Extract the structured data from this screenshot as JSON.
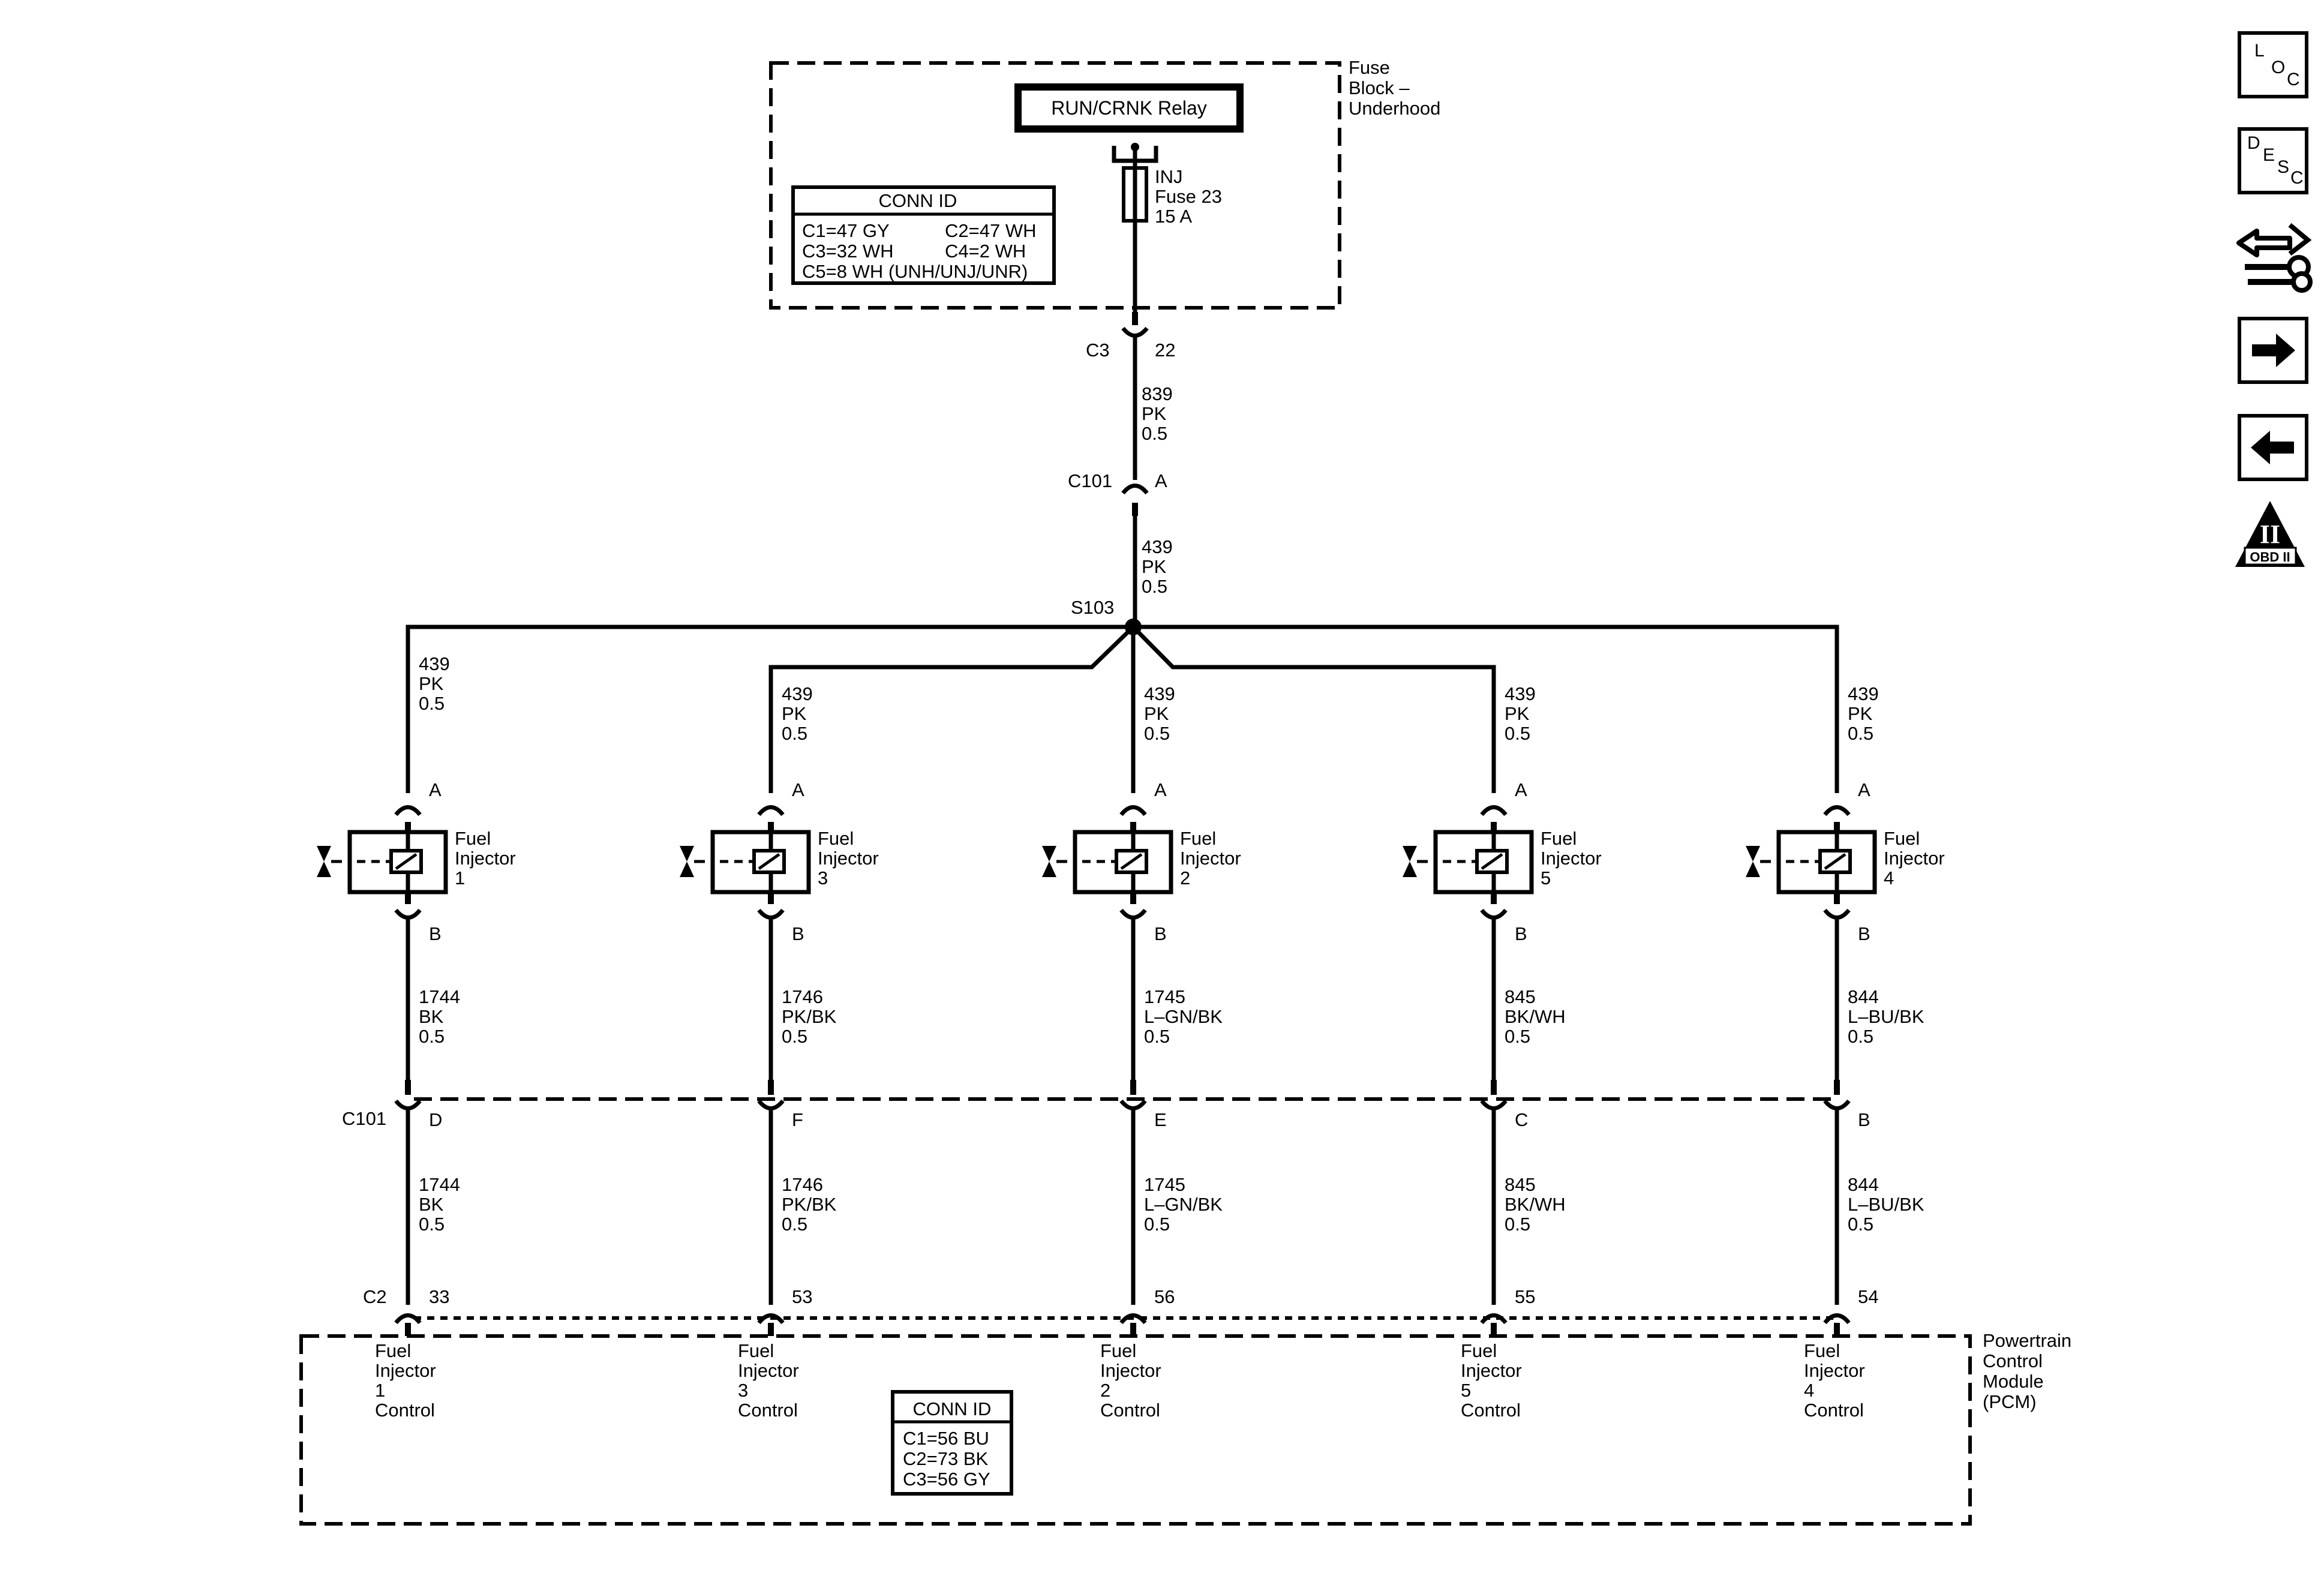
{
  "fuse_block": {
    "title_lines": [
      "Fuse",
      "Block –",
      "Underhood"
    ]
  },
  "relay": {
    "label": "RUN/CRNK Relay"
  },
  "fuse": {
    "lines": [
      "INJ",
      "Fuse 23",
      "15 A"
    ]
  },
  "conn_id_top": {
    "title": "CONN ID",
    "rows": [
      [
        "C1=47 GY",
        "C2=47 WH"
      ],
      [
        "C3=32 WH",
        "C4=2 WH"
      ],
      [
        "C5=8 WH (UNH/UNJ/UNR)",
        ""
      ]
    ]
  },
  "c3": {
    "name": "C3",
    "pin": "22"
  },
  "wire_839": [
    "839",
    "PK",
    "0.5"
  ],
  "c101_top": {
    "name": "C101",
    "pin": "A"
  },
  "wire_439_main": [
    "439",
    "PK",
    "0.5"
  ],
  "splice": {
    "name": "S103"
  },
  "injectors": [
    {
      "name_lines": [
        "Fuel",
        "Injector",
        "1"
      ],
      "pin_a": "A",
      "pin_b": "B",
      "feed": [
        "439",
        "PK",
        "0.5"
      ],
      "ctrl": [
        "1744",
        "BK",
        "0.5"
      ],
      "c101_pin": "D",
      "pcm_pin": "33",
      "pcm_lines": [
        "Fuel",
        "Injector",
        "1",
        "Control"
      ]
    },
    {
      "name_lines": [
        "Fuel",
        "Injector",
        "3"
      ],
      "pin_a": "A",
      "pin_b": "B",
      "feed": [
        "439",
        "PK",
        "0.5"
      ],
      "ctrl": [
        "1746",
        "PK/BK",
        "0.5"
      ],
      "c101_pin": "F",
      "pcm_pin": "53",
      "pcm_lines": [
        "Fuel",
        "Injector",
        "3",
        "Control"
      ]
    },
    {
      "name_lines": [
        "Fuel",
        "Injector",
        "2"
      ],
      "pin_a": "A",
      "pin_b": "B",
      "feed": [
        "439",
        "PK",
        "0.5"
      ],
      "ctrl": [
        "1745",
        "L–GN/BK",
        "0.5"
      ],
      "c101_pin": "E",
      "pcm_pin": "56",
      "pcm_lines": [
        "Fuel",
        "Injector",
        "2",
        "Control"
      ]
    },
    {
      "name_lines": [
        "Fuel",
        "Injector",
        "5"
      ],
      "pin_a": "A",
      "pin_b": "B",
      "feed": [
        "439",
        "PK",
        "0.5"
      ],
      "ctrl": [
        "845",
        "BK/WH",
        "0.5"
      ],
      "c101_pin": "C",
      "pcm_pin": "55",
      "pcm_lines": [
        "Fuel",
        "Injector",
        "5",
        "Control"
      ]
    },
    {
      "name_lines": [
        "Fuel",
        "Injector",
        "4"
      ],
      "pin_a": "A",
      "pin_b": "B",
      "feed": [
        "439",
        "PK",
        "0.5"
      ],
      "ctrl": [
        "844",
        "L–BU/BK",
        "0.5"
      ],
      "c101_pin": "B",
      "pcm_pin": "54",
      "pcm_lines": [
        "Fuel",
        "Injector",
        "4",
        "Control"
      ]
    }
  ],
  "c101_bottom": {
    "name": "C101"
  },
  "c2": {
    "name": "C2"
  },
  "pcm": {
    "title_lines": [
      "Powertrain",
      "Control",
      "Module",
      "(PCM)"
    ]
  },
  "conn_id_pcm": {
    "title": "CONN ID",
    "rows": [
      "C1=56 BU",
      "C2=73 BK",
      "C3=56 GY"
    ]
  },
  "nav": {
    "loc": [
      "L",
      "O",
      "C"
    ],
    "desc": [
      "D",
      "E",
      "S",
      "C"
    ],
    "obd": {
      "numeral": "II",
      "label": "OBD II"
    }
  }
}
